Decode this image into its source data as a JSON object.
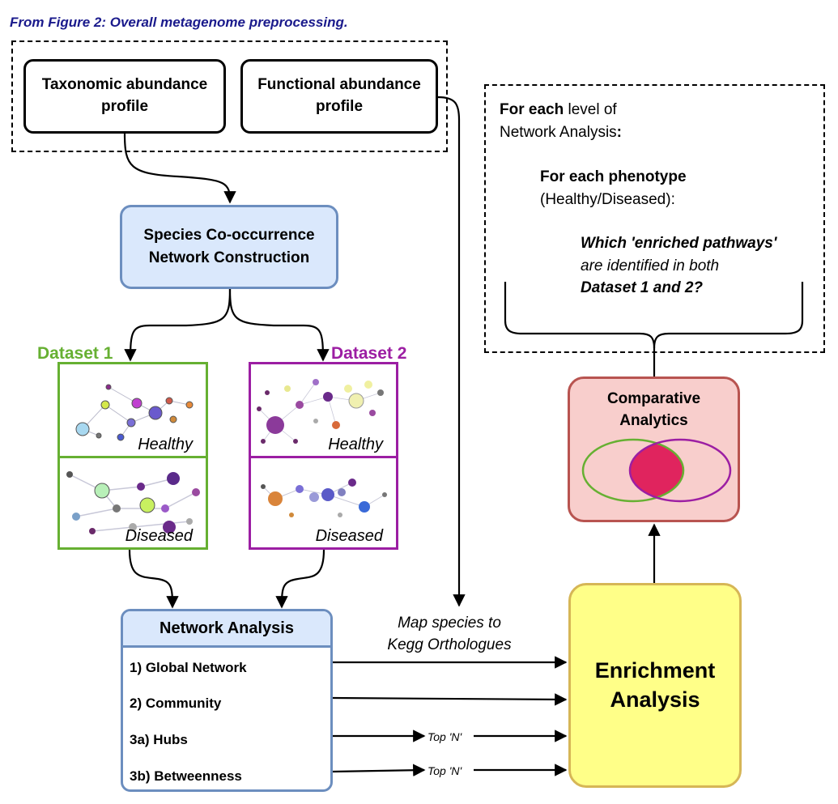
{
  "caption": "From Figure 2: Overall metagenome preprocessing.",
  "inputs": {
    "taxonomic": "Taxonomic abundance profile",
    "functional": "Functional abundance profile"
  },
  "cooccurrence": {
    "line1": "Species Co-occurrence",
    "line2": "Network Construction"
  },
  "datasets": [
    {
      "label": "Dataset 1",
      "color": "#66b032",
      "healthy": "Healthy",
      "diseased": "Diseased"
    },
    {
      "label": "Dataset 2",
      "color": "#9c1ea3",
      "healthy": "Healthy",
      "diseased": "Diseased"
    }
  ],
  "network_analysis": {
    "title": "Network Analysis",
    "items": [
      "1) Global Network",
      "2) Community",
      "3a) Hubs",
      "3b) Betweenness"
    ]
  },
  "map_label": {
    "line1": "Map species to",
    "line2": "Kegg Orthologues"
  },
  "top_n": "Top 'N'",
  "enrichment": {
    "line1": "Enrichment",
    "line2": "Analysis"
  },
  "comparative": {
    "line1": "Comparative",
    "line2": "Analytics"
  },
  "for_each": {
    "a_bold": "For each",
    "a_rest": " level of",
    "b_text": "Network Analysis",
    "b_bold": ":",
    "c_bold": "For each phenotype",
    "d_text": "(Healthy/Diseased):",
    "e_bold_italic": "Which 'enriched pathways'",
    "f_italic": "are identified in both",
    "g_bold_italic": "Dataset 1 and 2?"
  },
  "colors": {
    "blue_fill": "#dae8fc",
    "blue_stroke": "#6c8ebf",
    "yellow_fill": "#ffff88",
    "yellow_stroke": "#d6b656",
    "red_fill": "#f8cecc",
    "red_stroke": "#b85450",
    "venn_overlap": "#e0245e"
  }
}
